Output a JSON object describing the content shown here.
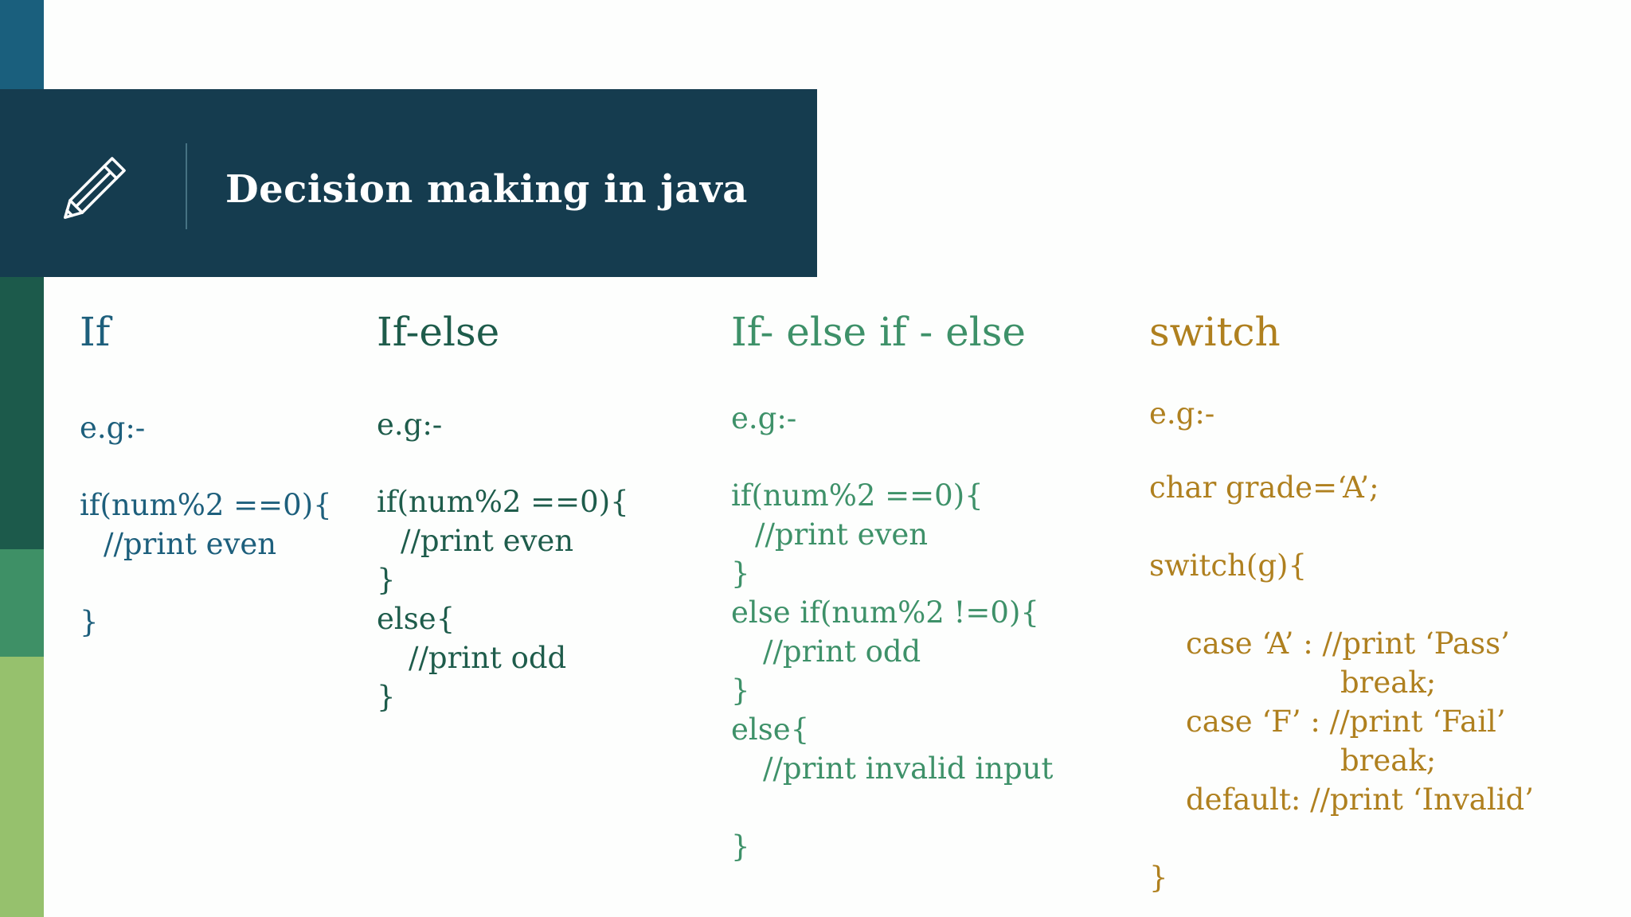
{
  "palette": {
    "header_bg": "#153c4f",
    "strip_blue": "#1a5f7d",
    "strip_dark_green": "#1c5a4b",
    "strip_medium_green": "#3e9066",
    "strip_light_green": "#96c16d",
    "column_if_text": "#1d5f7c",
    "column_if_else_text": "#1e5c4b",
    "column_if_else_if_text": "#3e9169",
    "column_switch_text": "#af801f",
    "title_text": "#ffffff"
  },
  "header": {
    "title": "Decision making in java",
    "icon": "pencil-icon"
  },
  "columns": [
    {
      "heading": "If",
      "eg": "e.g:-",
      "lines": [
        "if(num%2 ==0){",
        "//print even",
        "",
        "}"
      ]
    },
    {
      "heading": "If-else",
      "eg": "e.g:-",
      "lines": [
        "if(num%2 ==0){",
        "//print even",
        "}",
        "else{",
        "//print odd",
        "}"
      ]
    },
    {
      "heading": "If- else if - else",
      "eg": "e.g:-",
      "lines": [
        "if(num%2 ==0){",
        "//print even",
        "}",
        "else if(num%2 !=0){",
        "//print odd",
        "}",
        "else{",
        "//print invalid input",
        "",
        "}"
      ]
    },
    {
      "heading": "switch",
      "eg": "e.g:-",
      "lines": [
        "char grade=‘A’;",
        "",
        "switch(g){",
        "",
        "case ‘A’ : //print ‘Pass’",
        "break;",
        "case ‘F’ : //print ‘Fail’",
        "break;",
        "default: //print ‘Invalid’",
        "",
        "}"
      ]
    }
  ]
}
